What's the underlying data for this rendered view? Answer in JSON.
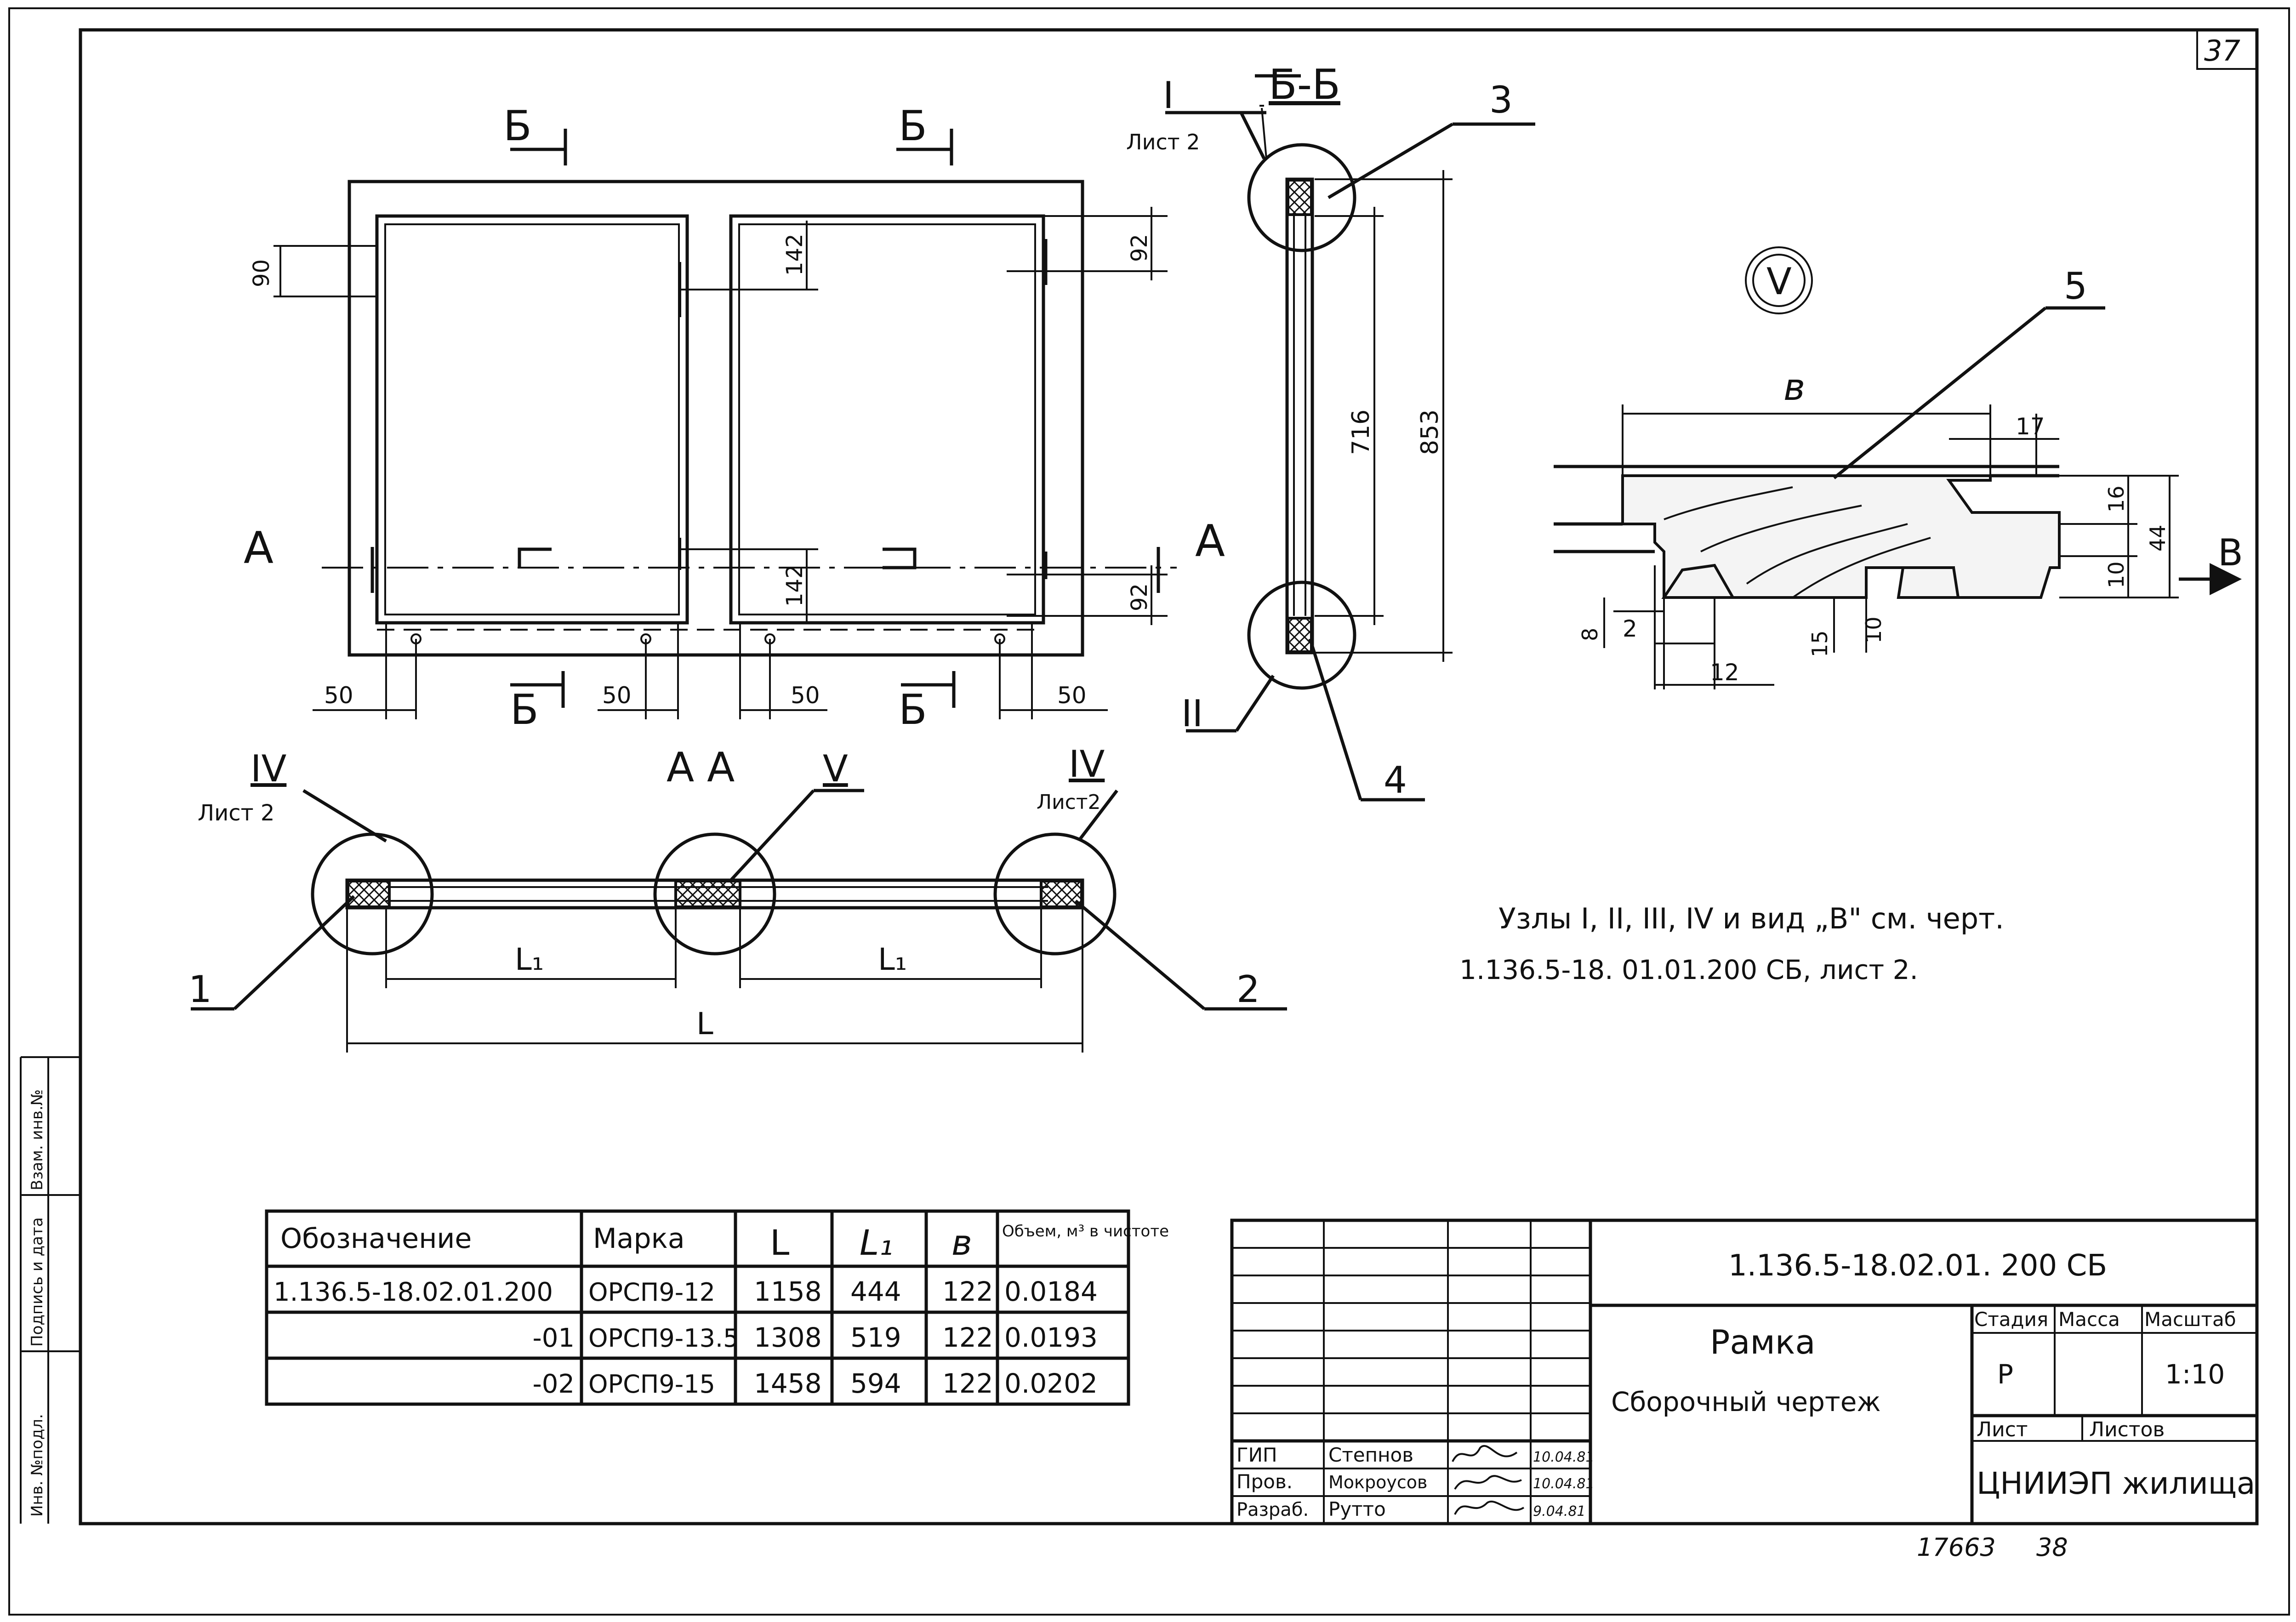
{
  "sheet": {
    "page_number": "37",
    "footer_left": "17663",
    "footer_right": "38",
    "side_labels": [
      "Инв. №подл.",
      "Подпись и дата",
      "Взам. инв.№"
    ]
  },
  "plan_view": {
    "section_marks": [
      "Б",
      "Б",
      "Б",
      "Б"
    ],
    "section_a_left": "А",
    "section_a_right": "А",
    "dims": {
      "left_90": "90",
      "mid_142_top": "142",
      "mid_142_bottom": "142",
      "right_92_top": "92",
      "right_92_bottom": "92",
      "bottom_50": [
        "50",
        "50",
        "50",
        "50"
      ]
    }
  },
  "section_bb": {
    "title": "Б-Б",
    "node_top": "I",
    "node_top_sheet": "Лист 2",
    "node_bottom": "II",
    "callout_top": "3",
    "callout_bottom": "4",
    "dim_716": "716",
    "dim_853": "853"
  },
  "section_aa": {
    "title": "А А",
    "node_left": "IV",
    "node_left_sheet": "Лист 2",
    "node_mid": "V",
    "node_right": "IV",
    "node_right_sheet": "Лист2",
    "callout_left": "1",
    "callout_right": "2",
    "dim_l1_left": "L₁",
    "dim_l1_right": "L₁",
    "dim_l": "L"
  },
  "detail_v": {
    "title": "V",
    "callout": "5",
    "view_mark": "В",
    "dim_b": "в",
    "dim_17": "17",
    "dim_16": "16",
    "dim_44": "44",
    "dim_10_right": "10",
    "dim_8": "8",
    "dim_2": "2",
    "dim_12": "12",
    "dim_15": "15",
    "dim_10_bottom": "10"
  },
  "note": {
    "line1": "Узлы I, II, III, IV  и вид „В\"  см. черт.",
    "line2": "1.136.5-18. 01.01.200 СБ,  лист 2."
  },
  "spec_table": {
    "headers": [
      "Обозначение",
      "Марка",
      "L",
      "L₁",
      "в",
      "Объем, м³ в чистоте"
    ],
    "rows": [
      [
        "1.136.5-18.02.01.200",
        "ОРСП9-12",
        "1158",
        "444",
        "122",
        "0.0184"
      ],
      [
        "-01",
        "ОРСП9-13.5",
        "1308",
        "519",
        "122",
        "0.0193"
      ],
      [
        "-02",
        "ОРСП9-15",
        "1458",
        "594",
        "122",
        "0.0202"
      ]
    ]
  },
  "title_block": {
    "document_code": "1.136.5-18.02.01. 200 СБ",
    "title": "Рамка",
    "subtitle": "Сборочный чертеж",
    "stage_label": "Стадия",
    "mass_label": "Масса",
    "scale_label": "Масштаб",
    "stage_value": "Р",
    "mass_value": "",
    "scale_value": "1:10",
    "sheet_label": "Лист",
    "sheets_label": "Листов",
    "organization": "ЦНИИЭП жилища",
    "signers": [
      {
        "role": "ГИП",
        "name": "Степнов",
        "date": "10.04.81"
      },
      {
        "role": "Пров.",
        "name": "Мокроусов",
        "date": "10.04.81"
      },
      {
        "role": "Разраб.",
        "name": "Рутто",
        "date": "9.04.81"
      }
    ]
  }
}
